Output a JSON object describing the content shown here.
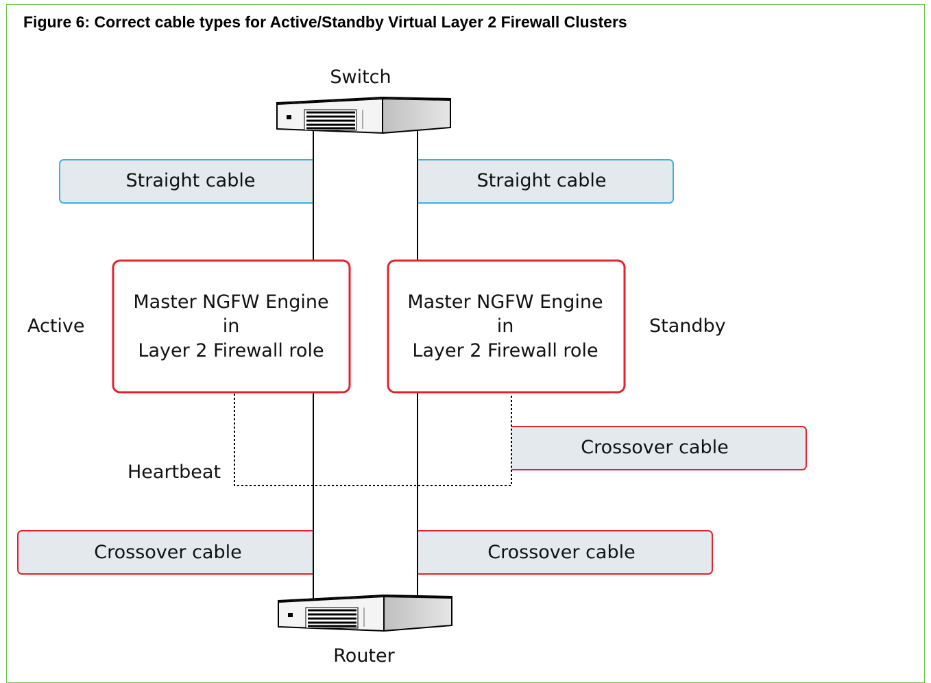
{
  "figure_title": "Figure 6: Correct cable types for Active/Standby Virtual Layer 2 Firewall Clusters",
  "devices": {
    "switch_label": "Switch",
    "router_label": "Router"
  },
  "engines": {
    "left": {
      "line1": "Master NGFW Engine",
      "line2": "in",
      "line3": "Layer 2 Firewall role",
      "state": "Active"
    },
    "right": {
      "line1": "Master NGFW Engine",
      "line2": "in",
      "line3": "Layer 2 Firewall role",
      "state": "Standby"
    }
  },
  "cables": {
    "top_left": "Straight cable",
    "top_right": "Straight cable",
    "heartbeat_type": "Crossover cable",
    "heartbeat_label": "Heartbeat",
    "bottom_left": "Crossover cable",
    "bottom_right": "Crossover cable"
  },
  "colors": {
    "frame": "#6cc24a",
    "straight_border": "#3ab0e0",
    "crossover_border": "#e8202a",
    "engine_border": "#e8202a",
    "label_fill": "#e4e9ed"
  }
}
